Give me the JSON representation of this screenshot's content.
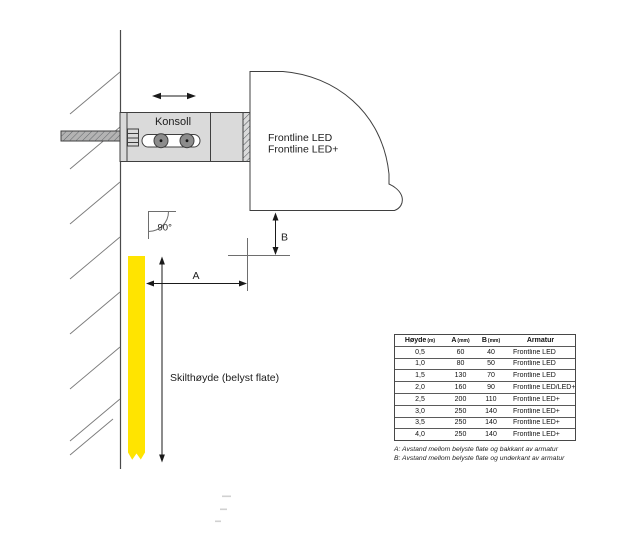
{
  "diagram": {
    "bracket_label": "Konsoll",
    "lamp_label_line1": "Frontline LED",
    "lamp_label_line2": "Frontline LED+",
    "angle_label": "90°",
    "dim_a_label": "A",
    "dim_b_label": "B",
    "sign_label": "Skilthøyde (belyst flate)",
    "colors": {
      "sign_yellow": "#FFE400",
      "bracket_gray": "#DADADA",
      "bolt_gray": "#8C8C8C",
      "rod_gray": "#B3B3B3",
      "line_dark": "#3F3F3F"
    }
  },
  "table": {
    "headers": [
      {
        "label": "Høyde",
        "unit": "(m)"
      },
      {
        "label": "A",
        "unit": "(mm)"
      },
      {
        "label": "B",
        "unit": "(mm)"
      },
      {
        "label": "Armatur",
        "unit": ""
      }
    ],
    "rows": [
      [
        "0,5",
        "60",
        "40",
        "Frontline LED"
      ],
      [
        "1,0",
        "80",
        "50",
        "Frontline LED"
      ],
      [
        "1,5",
        "130",
        "70",
        "Frontline LED"
      ],
      [
        "2,0",
        "160",
        "90",
        "Frontline LED/LED+"
      ],
      [
        "2,5",
        "200",
        "110",
        "Frontline LED+"
      ],
      [
        "3,0",
        "250",
        "140",
        "Frontline LED+"
      ],
      [
        "3,5",
        "250",
        "140",
        "Frontline LED+"
      ],
      [
        "4,0",
        "250",
        "140",
        "Frontline LED+"
      ]
    ],
    "footnotes": [
      "A: Avstand mellom belyste flate og bakkant av armatur",
      "B: Avstand mellom belyste flate og underkant av armatur"
    ]
  }
}
